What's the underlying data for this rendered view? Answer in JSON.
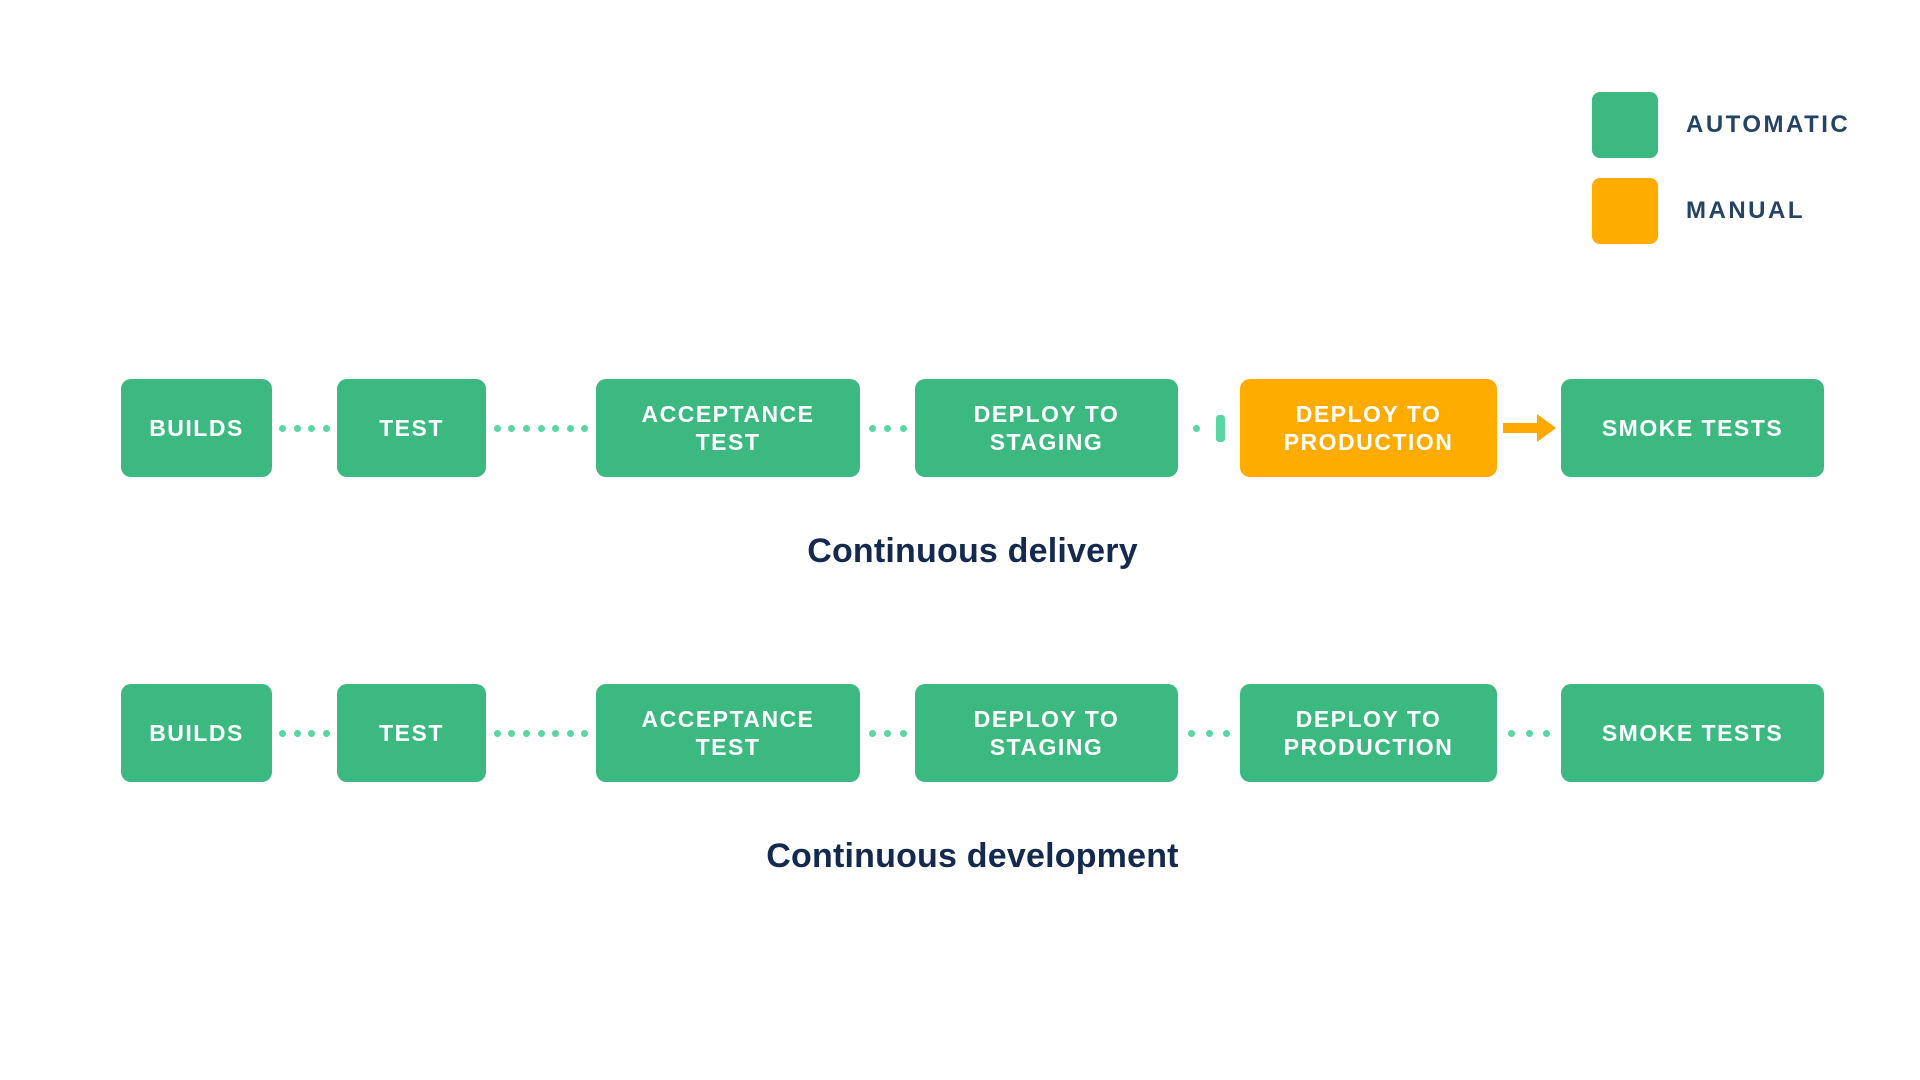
{
  "colors": {
    "automatic": "#3CB981",
    "manual": "#FFAB00",
    "connector_green": "#5AD6A2",
    "arrow_orange": "#FFA800",
    "caption_navy": "#14294E",
    "legend_navy": "#254465"
  },
  "legend": {
    "items": [
      {
        "label": "AUTOMATIC",
        "type": "automatic",
        "color": "#3CB981"
      },
      {
        "label": "MANUAL",
        "type": "manual",
        "color": "#FFAB00"
      }
    ]
  },
  "pipelines": [
    {
      "caption": "Continuous delivery",
      "stages": [
        {
          "label": "BUILDS",
          "type": "automatic"
        },
        {
          "label": "TEST",
          "type": "automatic"
        },
        {
          "label": "ACCEPTANCE TEST",
          "type": "automatic"
        },
        {
          "label": "DEPLOY TO STAGING",
          "type": "automatic"
        },
        {
          "label": "DEPLOY TO PRODUCTION",
          "type": "manual"
        },
        {
          "label": "SMOKE TESTS",
          "type": "automatic"
        }
      ],
      "connectors": [
        {
          "kind": "dots",
          "count": 4
        },
        {
          "kind": "dots",
          "count": 7
        },
        {
          "kind": "dots",
          "count": 3
        },
        {
          "kind": "dot-bar",
          "count": 1
        },
        {
          "kind": "arrow",
          "count": 0
        }
      ]
    },
    {
      "caption": "Continuous development",
      "stages": [
        {
          "label": "BUILDS",
          "type": "automatic"
        },
        {
          "label": "TEST",
          "type": "automatic"
        },
        {
          "label": "ACCEPTANCE TEST",
          "type": "automatic"
        },
        {
          "label": "DEPLOY TO STAGING",
          "type": "automatic"
        },
        {
          "label": "DEPLOY TO PRODUCTION",
          "type": "automatic"
        },
        {
          "label": "SMOKE TESTS",
          "type": "automatic"
        }
      ],
      "connectors": [
        {
          "kind": "dots",
          "count": 4
        },
        {
          "kind": "dots",
          "count": 7
        },
        {
          "kind": "dots",
          "count": 3
        },
        {
          "kind": "dots",
          "count": 3
        },
        {
          "kind": "dots",
          "count": 3
        }
      ]
    }
  ]
}
